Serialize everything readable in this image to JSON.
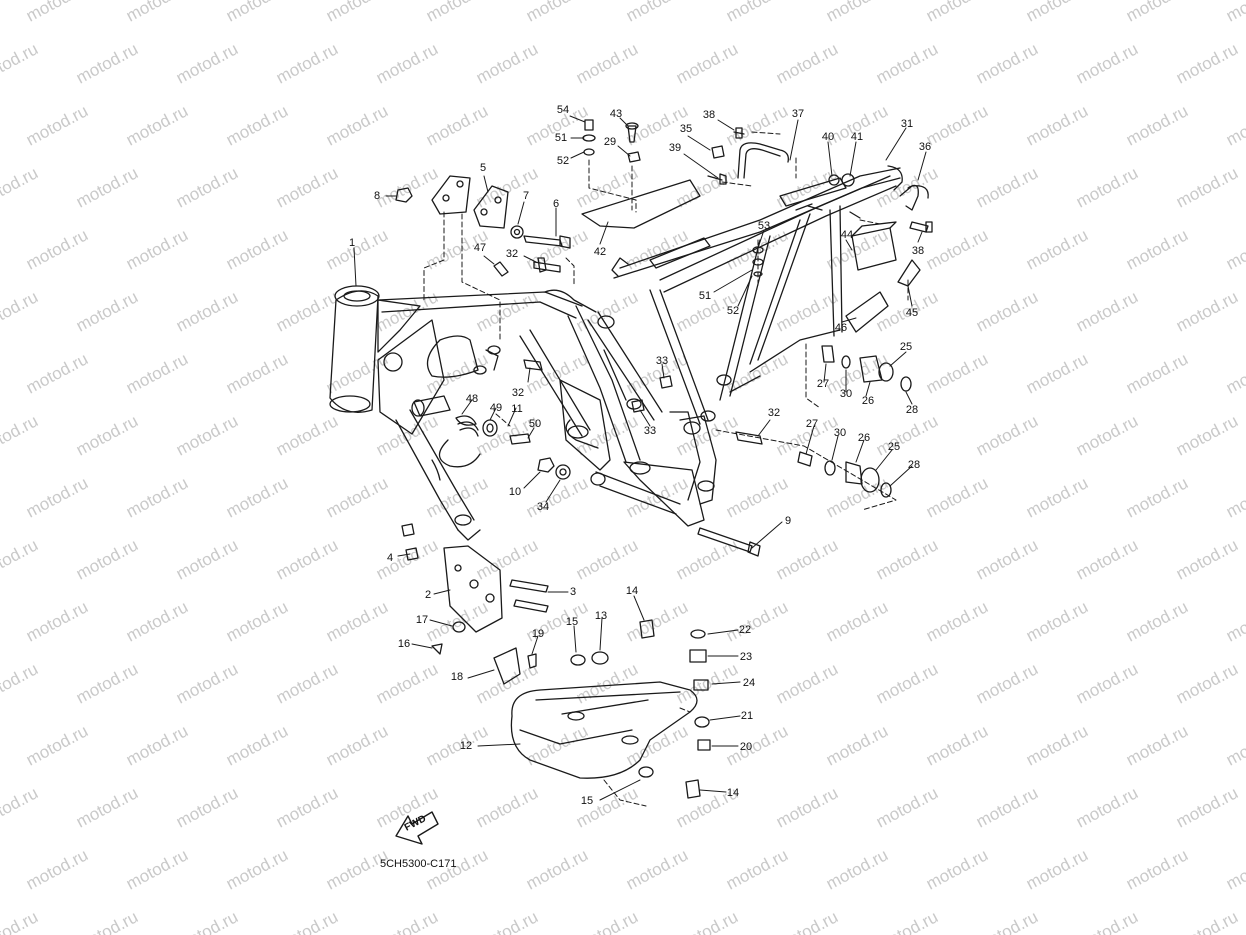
{
  "watermark": {
    "text": "motod.ru",
    "color": "#c9c9c9"
  },
  "diagram_code": "5CH5300-C171",
  "fwd_label": "FWD",
  "callouts": {
    "n1": "1",
    "n2": "2",
    "n3": "3",
    "n4": "4",
    "n5": "5",
    "n6": "6",
    "n7": "7",
    "n8": "8",
    "n9": "9",
    "n10": "10",
    "n11": "11",
    "n12": "12",
    "n13": "13",
    "n14a": "14",
    "n14b": "14",
    "n15a": "15",
    "n15b": "15",
    "n16": "16",
    "n17": "17",
    "n18": "18",
    "n19": "19",
    "n20": "20",
    "n21": "21",
    "n22": "22",
    "n23": "23",
    "n24": "24",
    "n25a": "25",
    "n25b": "25",
    "n26a": "26",
    "n26b": "26",
    "n27a": "27",
    "n27b": "27",
    "n28a": "28",
    "n28b": "28",
    "n29": "29",
    "n30a": "30",
    "n30b": "30",
    "n31": "31",
    "n32a": "32",
    "n32b": "32",
    "n32c": "32",
    "n33a": "33",
    "n33b": "33",
    "n34": "34",
    "n35": "35",
    "n36": "36",
    "n37": "37",
    "n38a": "38",
    "n38b": "38",
    "n39": "39",
    "n40": "40",
    "n41": "41",
    "n42": "42",
    "n43": "43",
    "n44": "44",
    "n45": "45",
    "n46": "46",
    "n47": "47",
    "n48": "48",
    "n49": "49",
    "n50": "50",
    "n51a": "51",
    "n51b": "51",
    "n52a": "52",
    "n52b": "52",
    "n53": "53",
    "n54": "54"
  },
  "colors": {
    "line": "#1a1a1a",
    "paper": "#ffffff"
  }
}
